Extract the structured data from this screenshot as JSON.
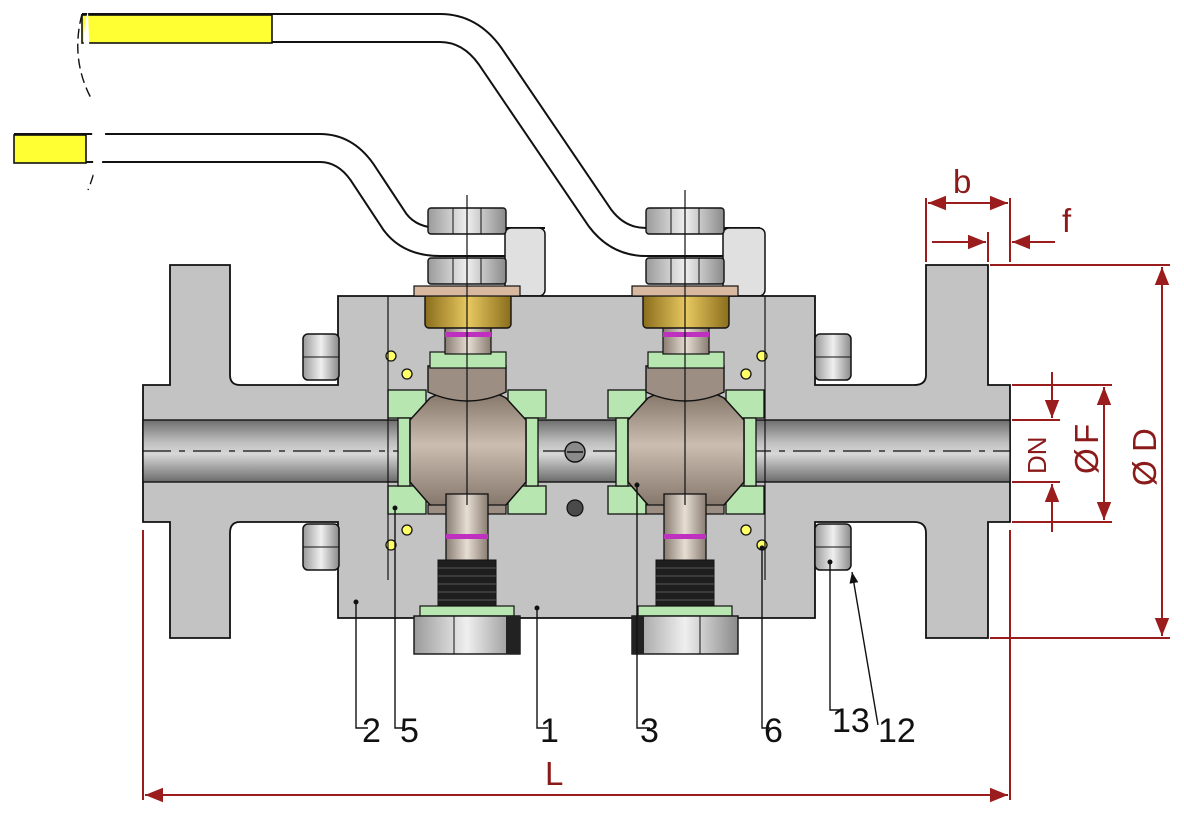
{
  "dimensions": {
    "b": "b",
    "f": "f",
    "L": "L",
    "DN": "DN",
    "F": "F",
    "D": "D",
    "diameter_symbol": "Ø"
  },
  "parts": [
    "2",
    "5",
    "1",
    "3",
    "6",
    "13",
    "12"
  ],
  "colors": {
    "body": "#c3c3c3",
    "ball": "#a89a8c",
    "seal": "#b8e6b0",
    "gland": "#c9a43a",
    "oring": "#c030c0",
    "handle_tip": "#ffff33",
    "dimension": "#9b1c1c",
    "bore": "#8f8f8f"
  }
}
